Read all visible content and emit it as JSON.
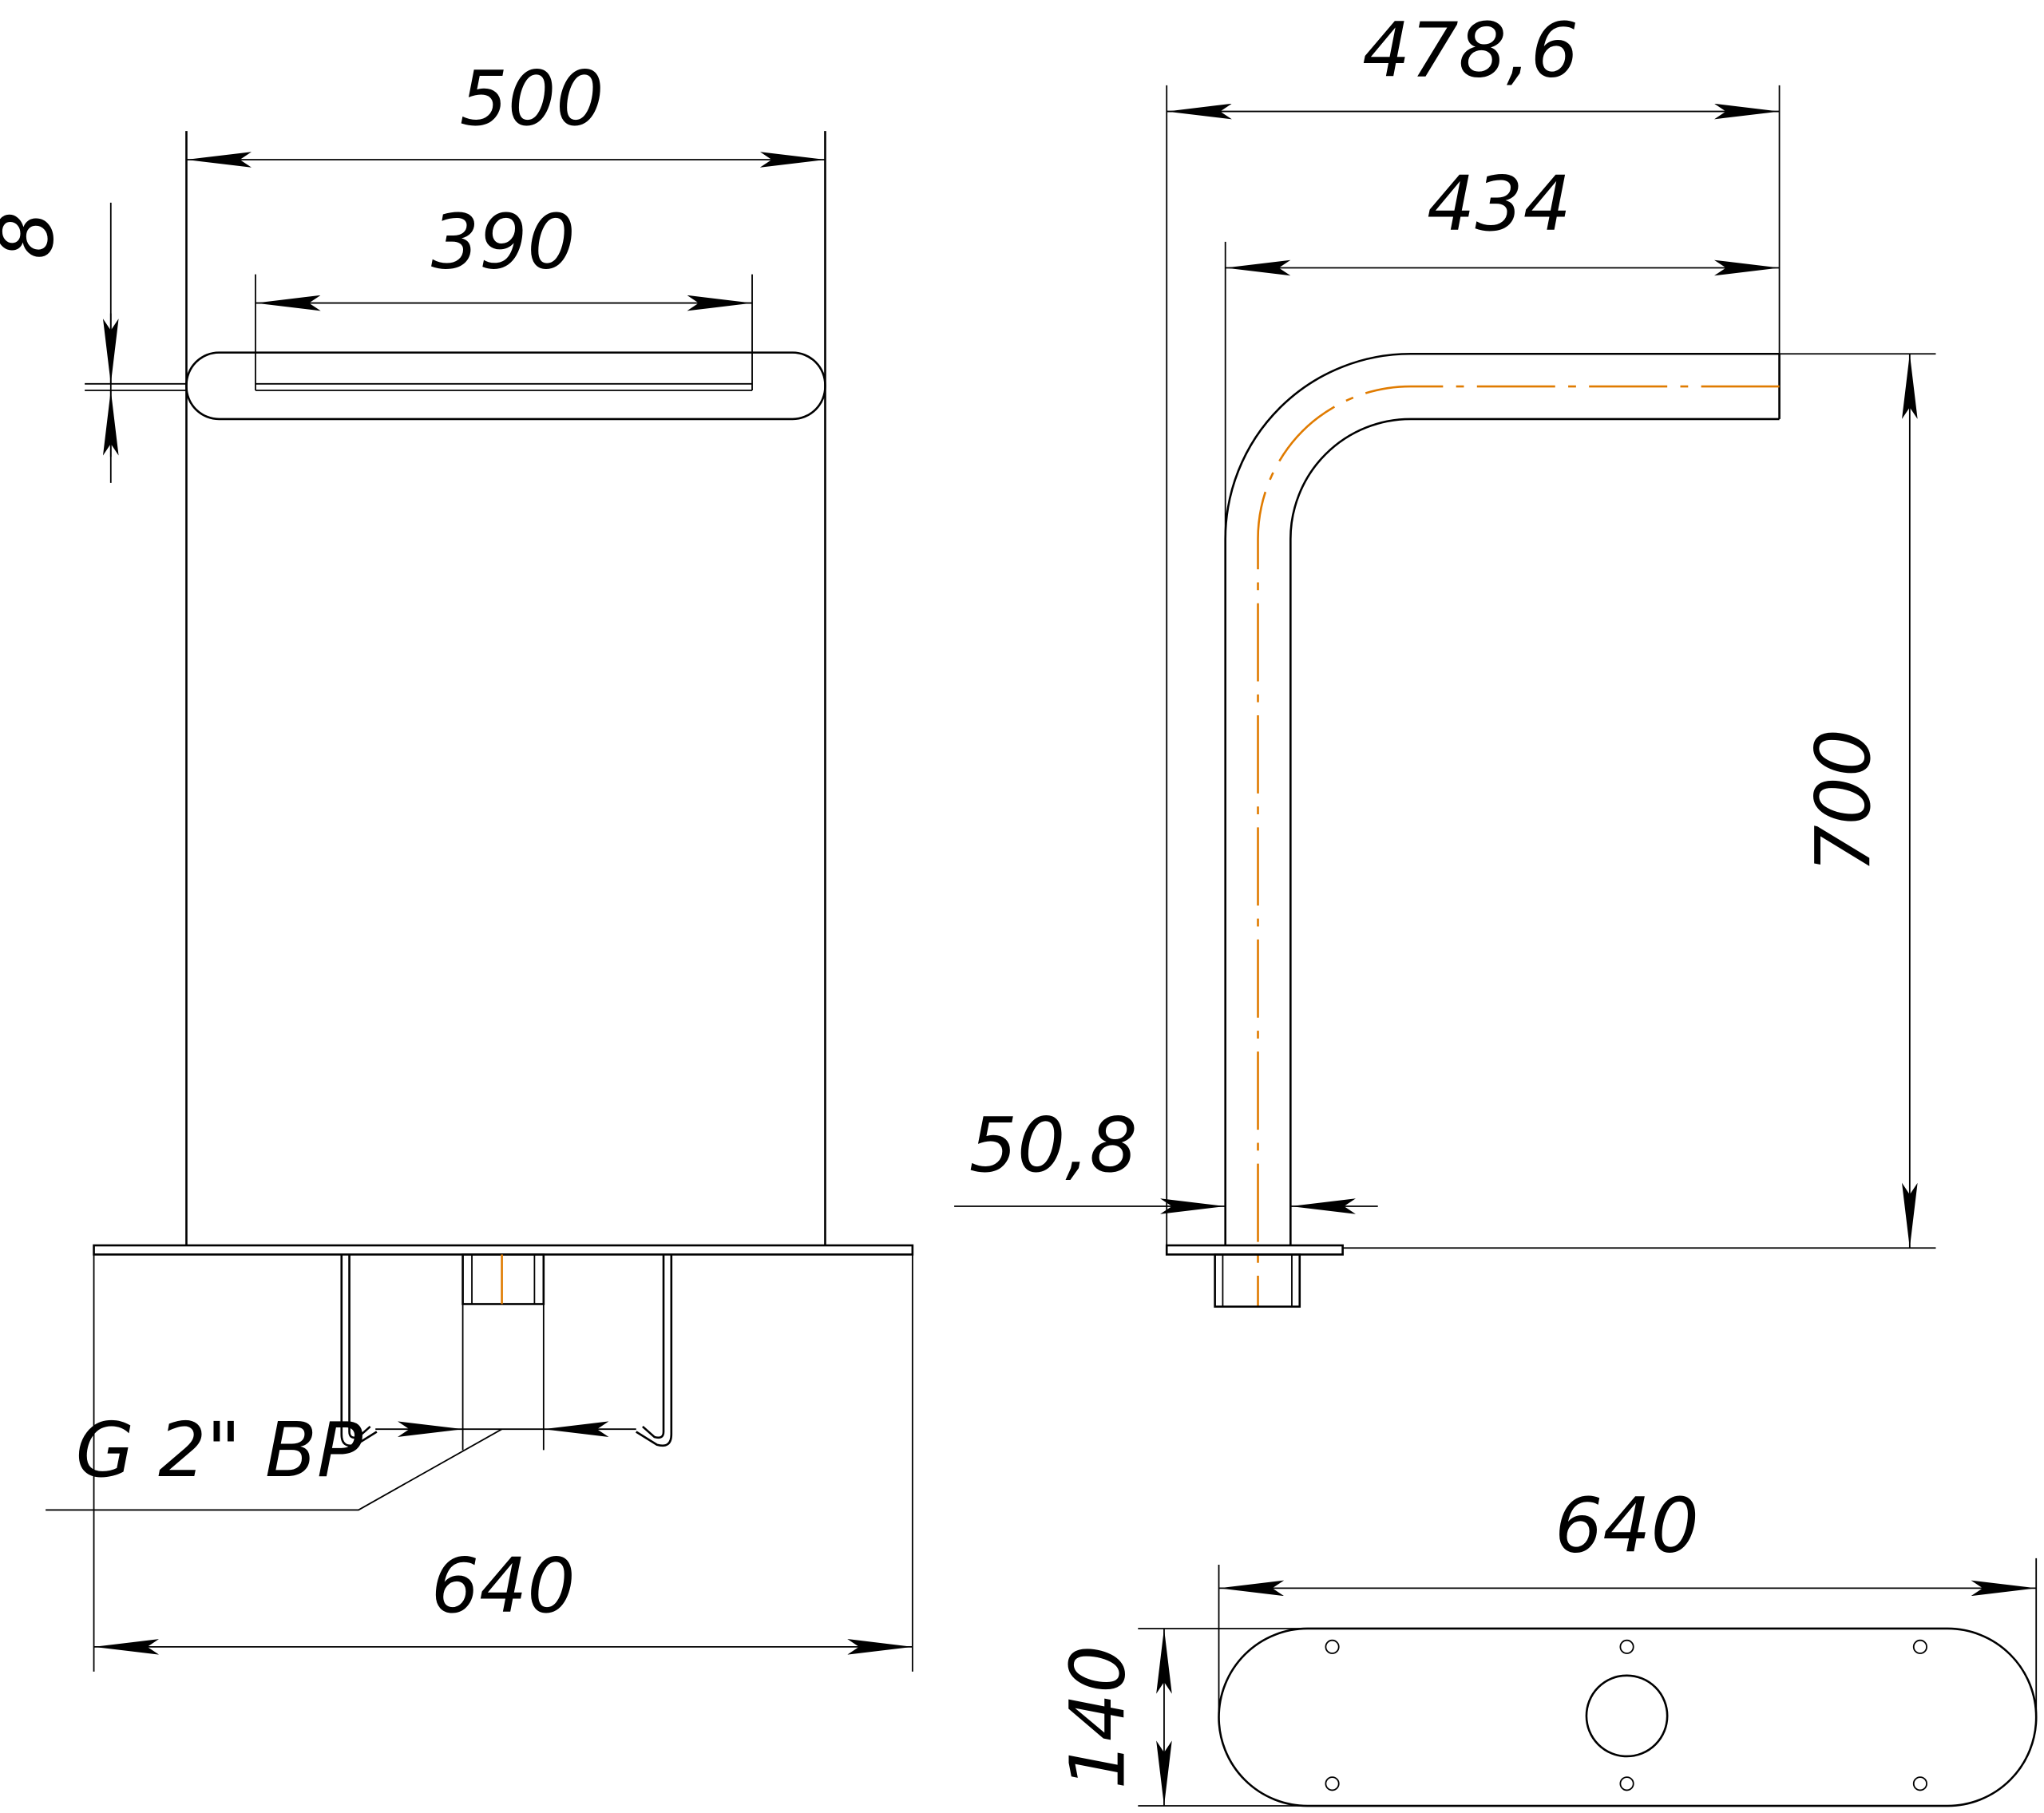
{
  "dimensions": {
    "front_width": "500",
    "slot_length": "390",
    "slot_width": "8",
    "thread": "G 2\" BP",
    "base_width_front": "640",
    "side_total_depth": "478,6",
    "side_depth": "434",
    "height": "700",
    "pipe_diameter": "50,8",
    "base_width_top": "640",
    "base_depth": "140"
  },
  "colors": {
    "line": "#000000",
    "centerline": "#e07b00",
    "background": "#ffffff"
  }
}
